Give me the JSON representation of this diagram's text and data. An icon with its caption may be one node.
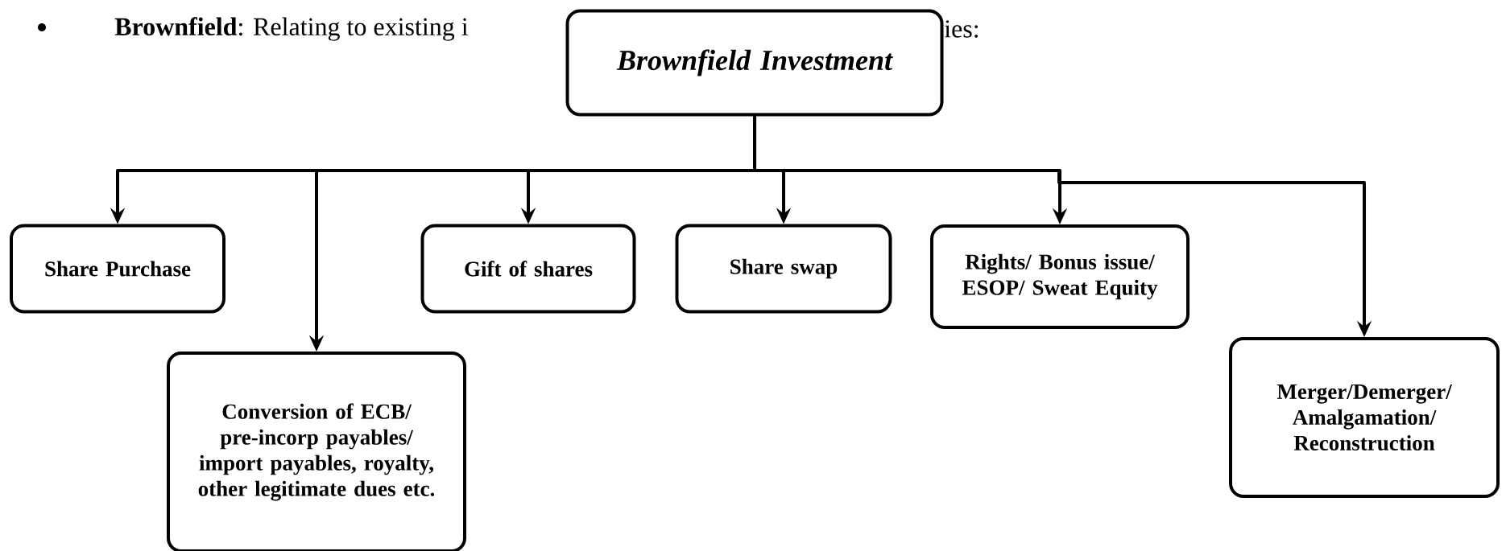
{
  "diagram": {
    "nodes": [
      {
        "text": [
          "Brownfield Investment"
        ]
      },
      {
        "text": [
          "Share Purchase"
        ]
      },
      {
        "text": [
          "Conversion of ECB/ pre-incorp payables/ import payables, royalty, other legitimate dues etc."
        ]
      },
      {
        "text": [
          "Gift of shares"
        ]
      },
      {
        "text": [
          "Share swap"
        ]
      },
      {
        "text": [
          "Rights/ Bonus issue/ ESOP/ Sweat Equity"
        ]
      },
      {
        "text": [
          "Merger/Demerger/ Amalgamation/ Reconstruction"
        ]
      }
    ],
    "edges": [
      {
        "from": 0,
        "to": 1,
        "arrow": "to"
      },
      {
        "from": 0,
        "to": 2,
        "arrow": "to"
      },
      {
        "from": 0,
        "to": 3,
        "arrow": "to"
      },
      {
        "from": 0,
        "to": 4,
        "arrow": "to"
      },
      {
        "from": 0,
        "to": 5,
        "arrow": "to"
      },
      {
        "from": 0,
        "to": 6,
        "arrow": "to"
      }
    ],
    "labels": [
      "**Brownfield**: Relating to existing i",
      "ies:"
    ]
  }
}
